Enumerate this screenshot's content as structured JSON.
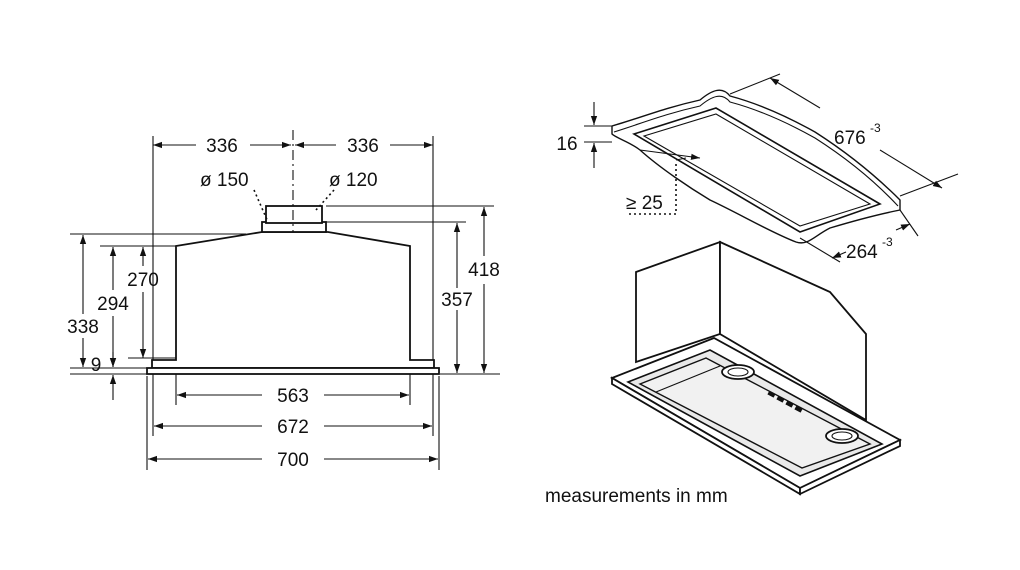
{
  "front_view": {
    "dim_width_left": "336",
    "dim_width_right": "336",
    "dim_duct_150": "ø 150",
    "dim_duct_120": "ø 120",
    "dim_height_418": "418",
    "dim_height_357": "357",
    "dim_height_270": "270",
    "dim_height_294": "294",
    "dim_height_338": "338",
    "dim_height_9": "9",
    "dim_width_563": "563",
    "dim_width_672": "672",
    "dim_width_700": "700"
  },
  "cutout_view": {
    "dim_thickness": "16",
    "dim_length": "676",
    "dim_length_tol": "-3",
    "dim_depth": "264",
    "dim_depth_tol": "-3",
    "dim_clearance": "≥ 25"
  },
  "footer": {
    "units_note": "measurements in mm"
  }
}
